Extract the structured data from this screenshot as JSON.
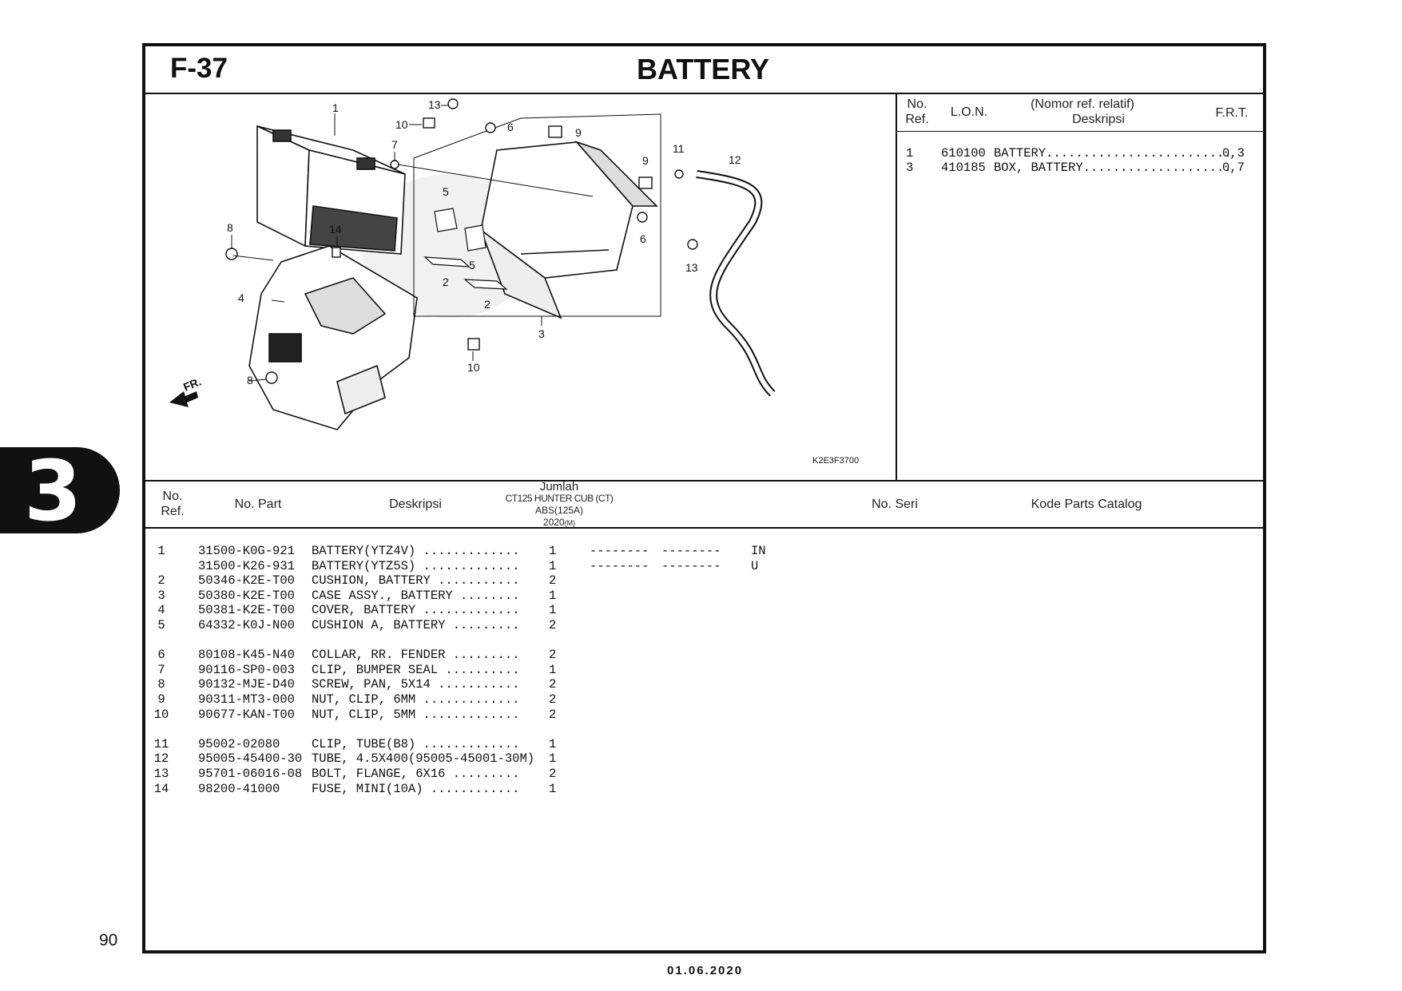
{
  "page": {
    "code": "F-37",
    "title": "BATTERY",
    "section_tab": "3",
    "page_number": "90",
    "date": "01.06.2020"
  },
  "lon_table": {
    "headers": {
      "no_ref": "No.\nRef.",
      "lon": "L.O.N.",
      "desc_top": "(Nomor ref. relatif)",
      "desc": "Deskripsi",
      "frt": "F.R.T."
    },
    "rows": [
      {
        "ref": "1",
        "lon": "610100",
        "desc": "BATTERY.........................",
        "frt": "0,3"
      },
      {
        "ref": "3",
        "lon": "410185",
        "desc": "BOX, BATTERY....................",
        "frt": "0,7"
      }
    ]
  },
  "diagram": {
    "code": "K2E3F3700",
    "front_label": "FR.",
    "callouts": [
      "1",
      "2",
      "2",
      "3",
      "4",
      "5",
      "5",
      "6",
      "6",
      "7",
      "8",
      "8",
      "9",
      "9",
      "10",
      "10",
      "11",
      "12",
      "13",
      "13",
      "14"
    ]
  },
  "parts_table": {
    "headers": {
      "no_ref": "No.\nRef.",
      "no_part": "No. Part",
      "desc": "Deskripsi",
      "qty_title": "Jumlah",
      "qty_model": "CT125 HUNTER CUB (CT)",
      "qty_variant": "ABS(125A)",
      "qty_year": "2020",
      "qty_year_suffix": "(M)",
      "no_seri": "No. Seri",
      "catalog": "Kode Parts Catalog"
    },
    "groups": [
      [
        {
          "ref": "1",
          "part": "31500-K0G-921",
          "desc": "BATTERY(YTZ4V) .............",
          "qty": "1",
          "s1": "--------",
          "s2": "--------",
          "code": "IN"
        },
        {
          "ref": "",
          "part": "31500-K26-931",
          "desc": "BATTERY(YTZ5S) .............",
          "qty": "1",
          "s1": "--------",
          "s2": "--------",
          "code": "U"
        },
        {
          "ref": "2",
          "part": "50346-K2E-T00",
          "desc": "CUSHION, BATTERY ...........",
          "qty": "2",
          "s1": "",
          "s2": "",
          "code": ""
        },
        {
          "ref": "3",
          "part": "50380-K2E-T00",
          "desc": "CASE ASSY., BATTERY ........",
          "qty": "1",
          "s1": "",
          "s2": "",
          "code": ""
        },
        {
          "ref": "4",
          "part": "50381-K2E-T00",
          "desc": "COVER, BATTERY .............",
          "qty": "1",
          "s1": "",
          "s2": "",
          "code": ""
        },
        {
          "ref": "5",
          "part": "64332-K0J-N00",
          "desc": "CUSHION A, BATTERY .........",
          "qty": "2",
          "s1": "",
          "s2": "",
          "code": ""
        }
      ],
      [
        {
          "ref": "6",
          "part": "80108-K45-N40",
          "desc": "COLLAR, RR. FENDER .........",
          "qty": "2",
          "s1": "",
          "s2": "",
          "code": ""
        },
        {
          "ref": "7",
          "part": "90116-SP0-003",
          "desc": "CLIP, BUMPER SEAL ..........",
          "qty": "1",
          "s1": "",
          "s2": "",
          "code": ""
        },
        {
          "ref": "8",
          "part": "90132-MJE-D40",
          "desc": "SCREW, PAN, 5X14 ...........",
          "qty": "2",
          "s1": "",
          "s2": "",
          "code": ""
        },
        {
          "ref": "9",
          "part": "90311-MT3-000",
          "desc": "NUT, CLIP, 6MM .............",
          "qty": "2",
          "s1": "",
          "s2": "",
          "code": ""
        },
        {
          "ref": "10",
          "part": "90677-KAN-T00",
          "desc": "NUT, CLIP, 5MM .............",
          "qty": "2",
          "s1": "",
          "s2": "",
          "code": ""
        }
      ],
      [
        {
          "ref": "11",
          "part": "95002-02080",
          "desc": "CLIP, TUBE(B8) .............",
          "qty": "1",
          "s1": "",
          "s2": "",
          "code": ""
        },
        {
          "ref": "12",
          "part": "95005-45400-30",
          "desc": "TUBE, 4.5X400(95005-45001-30M)",
          "qty": "1",
          "s1": "",
          "s2": "",
          "code": ""
        },
        {
          "ref": "13",
          "part": "95701-06016-08",
          "desc": "BOLT, FLANGE, 6X16 .........",
          "qty": "2",
          "s1": "",
          "s2": "",
          "code": ""
        },
        {
          "ref": "14",
          "part": "98200-41000",
          "desc": "FUSE, MINI(10A) ............",
          "qty": "1",
          "s1": "",
          "s2": "",
          "code": ""
        }
      ]
    ]
  }
}
